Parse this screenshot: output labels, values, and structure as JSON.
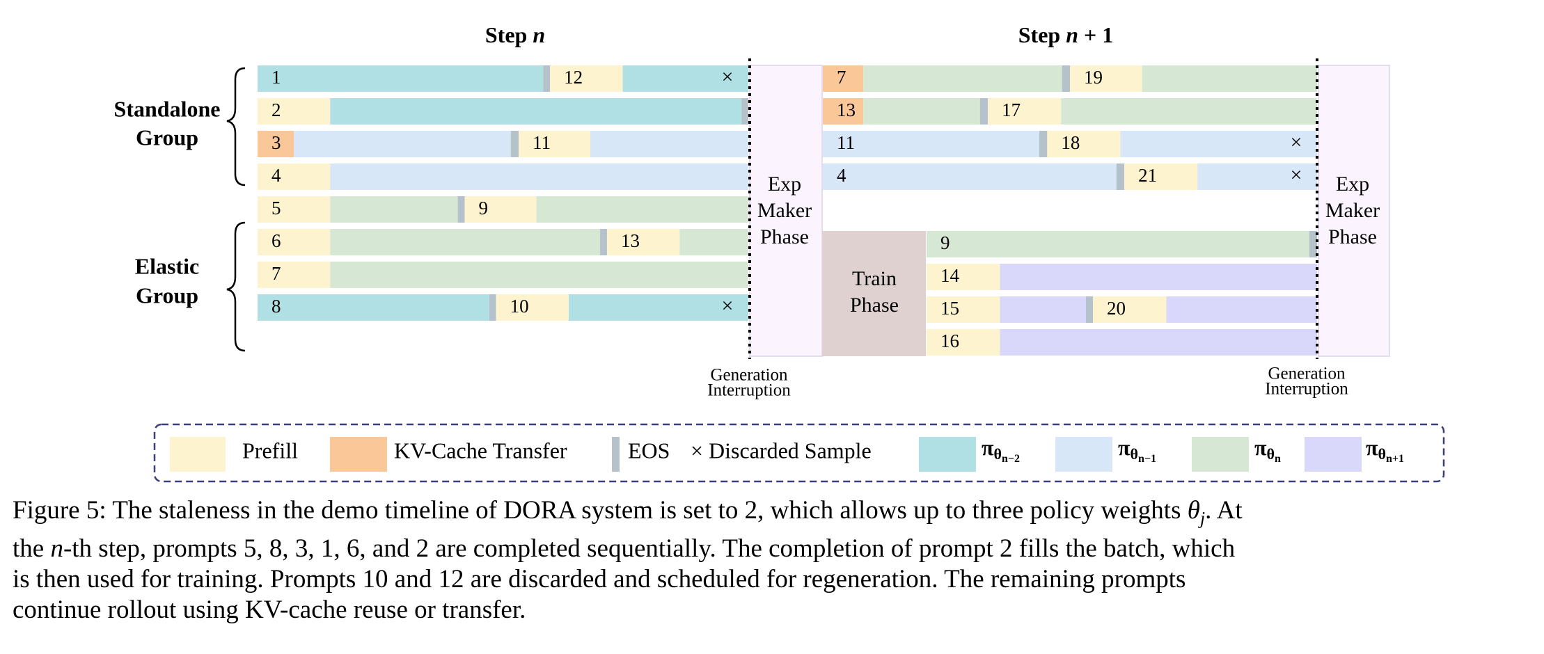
{
  "figure": {
    "step_titles": [
      {
        "main": "Step ",
        "var": "n",
        "suffix": ""
      },
      {
        "main": "Step ",
        "var": "n",
        "suffix": " + 1"
      }
    ],
    "groups": [
      {
        "line1": "Standalone",
        "line2": "Group"
      },
      {
        "line1": "Elastic",
        "line2": "Group"
      }
    ],
    "phases": {
      "exp_maker": [
        "Exp",
        "Maker",
        "Phase"
      ],
      "train": [
        "Train",
        "Phase"
      ]
    },
    "interruption_label": [
      "Generation",
      "Interruption"
    ],
    "discard_mark": "×",
    "rows_step_n": [
      {
        "segments": [
          {
            "type": "pi_n_minus_2",
            "label": "1",
            "from": 0,
            "to": 0.582
          },
          {
            "type": "eos",
            "label": "",
            "from": 0.582,
            "to": 0.596
          },
          {
            "type": "prefill",
            "label": "12",
            "from": 0.596,
            "to": 0.744
          },
          {
            "type": "pi_n_minus_2",
            "label": "",
            "from": 0.744,
            "to": 1
          }
        ],
        "discarded": true
      },
      {
        "segments": [
          {
            "type": "prefill",
            "label": "2",
            "from": 0,
            "to": 0.148
          },
          {
            "type": "pi_n_minus_2",
            "label": "",
            "from": 0.148,
            "to": 0.986
          },
          {
            "type": "eos",
            "label": "",
            "from": 0.986,
            "to": 1
          }
        ],
        "discarded": false
      },
      {
        "segments": [
          {
            "type": "kv_transfer",
            "label": "3",
            "from": 0,
            "to": 0.074
          },
          {
            "type": "pi_n_minus_1",
            "label": "",
            "from": 0.074,
            "to": 0.516
          },
          {
            "type": "eos",
            "label": "",
            "from": 0.516,
            "to": 0.532
          },
          {
            "type": "prefill",
            "label": "11",
            "from": 0.532,
            "to": 0.678
          },
          {
            "type": "pi_n_minus_1",
            "label": "",
            "from": 0.678,
            "to": 1
          }
        ],
        "discarded": false
      },
      {
        "segments": [
          {
            "type": "prefill",
            "label": "4",
            "from": 0,
            "to": 0.148
          },
          {
            "type": "pi_n_minus_1",
            "label": "",
            "from": 0.148,
            "to": 1
          }
        ],
        "discarded": false
      },
      {
        "segments": [
          {
            "type": "prefill",
            "label": "5",
            "from": 0,
            "to": 0.148
          },
          {
            "type": "pi_n",
            "label": "",
            "from": 0.148,
            "to": 0.408
          },
          {
            "type": "eos",
            "label": "",
            "from": 0.408,
            "to": 0.422
          },
          {
            "type": "prefill",
            "label": "9",
            "from": 0.422,
            "to": 0.568
          },
          {
            "type": "pi_n",
            "label": "",
            "from": 0.568,
            "to": 1
          }
        ],
        "discarded": false
      },
      {
        "segments": [
          {
            "type": "prefill",
            "label": "6",
            "from": 0,
            "to": 0.148
          },
          {
            "type": "pi_n",
            "label": "",
            "from": 0.148,
            "to": 0.698
          },
          {
            "type": "eos",
            "label": "",
            "from": 0.698,
            "to": 0.712
          },
          {
            "type": "prefill",
            "label": "13",
            "from": 0.712,
            "to": 0.86
          },
          {
            "type": "pi_n",
            "label": "",
            "from": 0.86,
            "to": 1
          }
        ],
        "discarded": false
      },
      {
        "segments": [
          {
            "type": "prefill",
            "label": "7",
            "from": 0,
            "to": 0.148
          },
          {
            "type": "pi_n",
            "label": "",
            "from": 0.148,
            "to": 1
          }
        ],
        "discarded": false
      },
      {
        "segments": [
          {
            "type": "pi_n_minus_2",
            "label": "8",
            "from": 0,
            "to": 0.472
          },
          {
            "type": "eos",
            "label": "",
            "from": 0.472,
            "to": 0.486
          },
          {
            "type": "prefill",
            "label": "10",
            "from": 0.486,
            "to": 0.634
          },
          {
            "type": "pi_n_minus_2",
            "label": "",
            "from": 0.634,
            "to": 1
          }
        ],
        "discarded": true
      }
    ],
    "rows_step_n1_top": [
      {
        "segments": [
          {
            "type": "kv_transfer",
            "label": "7",
            "from": 0,
            "to": 0.082
          },
          {
            "type": "pi_n",
            "label": "",
            "from": 0.082,
            "to": 0.484
          },
          {
            "type": "eos",
            "label": "",
            "from": 0.484,
            "to": 0.5
          },
          {
            "type": "prefill",
            "label": "19",
            "from": 0.5,
            "to": 0.646
          },
          {
            "type": "pi_n",
            "label": "",
            "from": 0.646,
            "to": 1
          }
        ],
        "discarded": false
      },
      {
        "segments": [
          {
            "type": "kv_transfer",
            "label": "13",
            "from": 0,
            "to": 0.082
          },
          {
            "type": "pi_n",
            "label": "",
            "from": 0.082,
            "to": 0.318
          },
          {
            "type": "eos",
            "label": "",
            "from": 0.318,
            "to": 0.334
          },
          {
            "type": "prefill",
            "label": "17",
            "from": 0.334,
            "to": 0.482
          },
          {
            "type": "pi_n",
            "label": "",
            "from": 0.482,
            "to": 1
          }
        ],
        "discarded": false
      },
      {
        "segments": [
          {
            "type": "pi_n_minus_1",
            "label": "11",
            "from": 0,
            "to": 0.438
          },
          {
            "type": "eos",
            "label": "",
            "from": 0.438,
            "to": 0.454
          },
          {
            "type": "prefill",
            "label": "18",
            "from": 0.454,
            "to": 0.602
          },
          {
            "type": "pi_n_minus_1",
            "label": "",
            "from": 0.602,
            "to": 1
          }
        ],
        "discarded": true
      },
      {
        "segments": [
          {
            "type": "pi_n_minus_1",
            "label": "4",
            "from": 0,
            "to": 0.594
          },
          {
            "type": "eos",
            "label": "",
            "from": 0.594,
            "to": 0.61
          },
          {
            "type": "prefill",
            "label": "21",
            "from": 0.61,
            "to": 0.758
          },
          {
            "type": "pi_n_minus_1",
            "label": "",
            "from": 0.758,
            "to": 1
          }
        ],
        "discarded": true
      }
    ],
    "rows_step_n1_bottom": [
      {
        "segments": [
          {
            "type": "pi_n",
            "label": "9",
            "from": 0,
            "to": 0.98
          },
          {
            "type": "eos",
            "label": "",
            "from": 0.98,
            "to": 1
          }
        ],
        "discarded": false
      },
      {
        "segments": [
          {
            "type": "prefill",
            "label": "14",
            "from": 0,
            "to": 0.188
          },
          {
            "type": "pi_n_plus_1",
            "label": "",
            "from": 0.188,
            "to": 1
          }
        ],
        "discarded": false
      },
      {
        "segments": [
          {
            "type": "prefill",
            "label": "15",
            "from": 0,
            "to": 0.188
          },
          {
            "type": "pi_n_plus_1",
            "label": "",
            "from": 0.188,
            "to": 0.408
          },
          {
            "type": "eos",
            "label": "",
            "from": 0.408,
            "to": 0.426
          },
          {
            "type": "prefill",
            "label": "20",
            "from": 0.426,
            "to": 0.614
          },
          {
            "type": "pi_n_plus_1",
            "label": "",
            "from": 0.614,
            "to": 1
          }
        ],
        "discarded": false
      },
      {
        "segments": [
          {
            "type": "prefill",
            "label": "16",
            "from": 0,
            "to": 0.188
          },
          {
            "type": "pi_n_plus_1",
            "label": "",
            "from": 0.188,
            "to": 1
          }
        ],
        "discarded": false
      }
    ]
  },
  "legend": [
    {
      "type": "prefill",
      "label": "Prefill",
      "kind": "swatch"
    },
    {
      "type": "kv_transfer",
      "label": "KV-Cache Transfer",
      "kind": "swatch"
    },
    {
      "type": "eos",
      "label": "EOS",
      "kind": "thin"
    },
    {
      "type": "discard",
      "label": "× Discarded Sample",
      "kind": "text"
    },
    {
      "type": "pi_n_minus_2",
      "label": "π",
      "sub": "θ",
      "subsub": "n−2",
      "kind": "swatch"
    },
    {
      "type": "pi_n_minus_1",
      "label": "π",
      "sub": "θ",
      "subsub": "n−1",
      "kind": "swatch"
    },
    {
      "type": "pi_n",
      "label": "π",
      "sub": "θ",
      "subsub": "n",
      "kind": "swatch"
    },
    {
      "type": "pi_n_plus_1",
      "label": "π",
      "sub": "θ",
      "subsub": "n+1",
      "kind": "swatch"
    }
  ],
  "colors": {
    "prefill": "#fdf3cf",
    "kv_transfer": "#fac898",
    "eos": "#b5c2cc",
    "pi_n_minus_2": "#b0e0e3",
    "pi_n_minus_1": "#d8e7f8",
    "pi_n": "#d6e8d3",
    "pi_n_plus_1": "#d9d8fa",
    "exp_maker": "#fbf4fe",
    "exp_maker_border": "#e6dcef",
    "train": "#ded1cf",
    "legend_border": "#3a3f78"
  },
  "caption": {
    "lines": [
      [
        {
          "t": "Figure 5: The staleness in the demo timeline of DORA system is set to 2, which allows up to three policy weights "
        },
        {
          "t": "θ",
          "i": true
        },
        {
          "t": "j",
          "sub": true
        },
        {
          "t": ". At"
        }
      ],
      [
        {
          "t": "the "
        },
        {
          "t": "n",
          "i": true
        },
        {
          "t": "-th step, prompts 5, 8, 3, 1, 6, and 2 are completed sequentially. The completion of prompt 2 fills the batch, which"
        }
      ],
      [
        {
          "t": "is then used for training. Prompts 10 and 12 are discarded and scheduled for regeneration. The remaining prompts"
        }
      ],
      [
        {
          "t": "continue rollout using KV-cache reuse or transfer."
        }
      ]
    ]
  }
}
